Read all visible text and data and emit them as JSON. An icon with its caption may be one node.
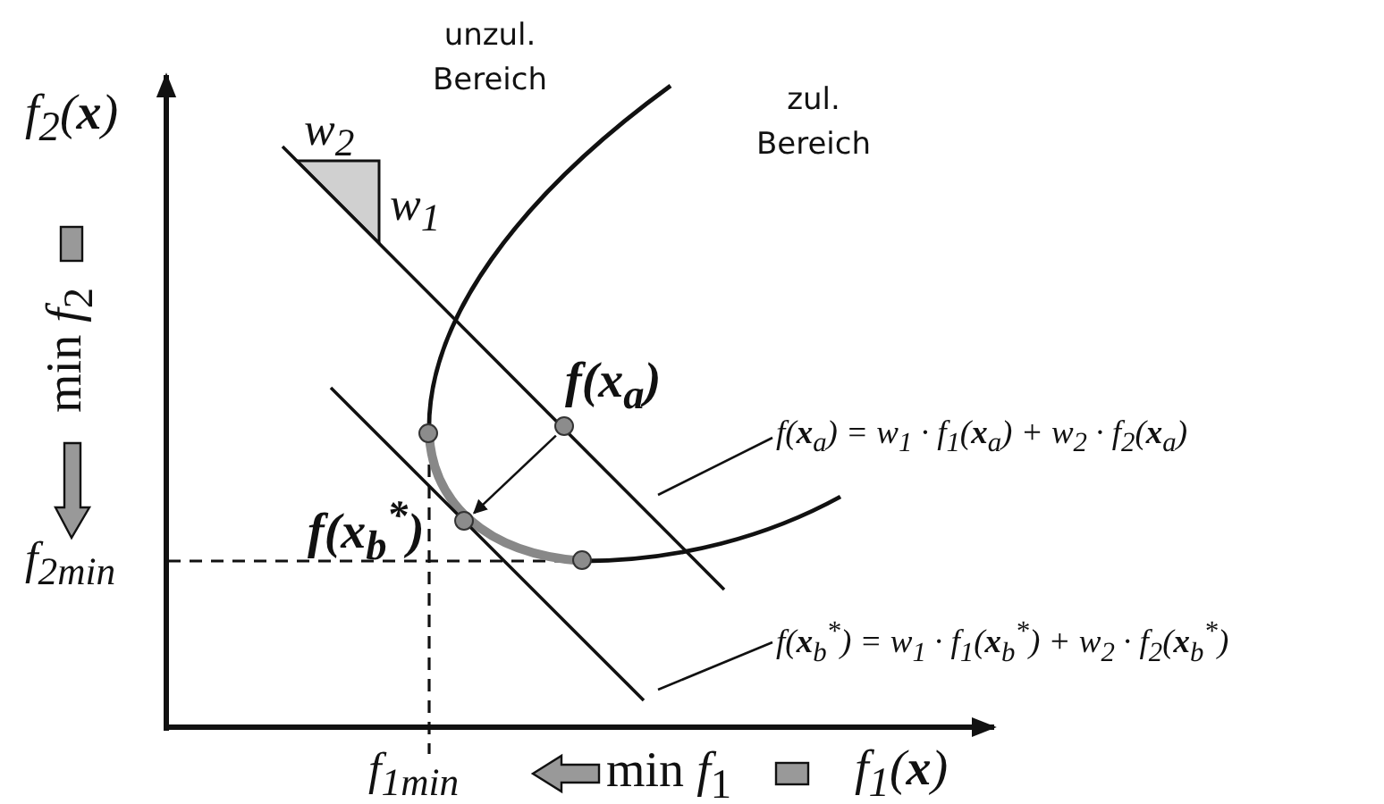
{
  "diagram": {
    "nodes": [
      {
        "text": [],
        "shape": "circle"
      },
      {
        "text": [],
        "shape": "circle",
        "beside": [
          "f(x$_{b}$$^{*}$)"
        ]
      },
      {
        "text": [],
        "shape": "circle",
        "beside": [
          "f(x$_{a}$)"
        ]
      },
      {
        "text": [],
        "shape": "circle"
      },
      {
        "text": [
          "f(**x**$_{a}$) = w$_{1}$ · f$_{1}$(**x**$_{a}$) + w$_{2}$ · f$_{2}$(**x**$_{a}$)"
        ]
      },
      {
        "text": [
          "f(**x**$_{b}$$^{*}$) = w$_{1}$ · f$_{1}$(**x**$_{b}$$^{*}$) + w$_{2}$ · f$_{2}$(**x**$_{b}$$^{*}$)"
        ]
      }
    ],
    "edges": [
      {
        "from": 2,
        "to": 1,
        "arrow": "to"
      },
      {
        "from": 4,
        "to": null,
        "arrow": "none"
      },
      {
        "from": 5,
        "to": null,
        "arrow": "none"
      }
    ],
    "labels": [
      "unzul. Bereich",
      "zul. Bereich",
      "f$_{2}$(**x**)",
      "w$_{2}$",
      "w$_{1}$",
      "min *f*$_{2}$",
      "f$_{2min}$",
      "f$_{1min}$",
      "min *f*$_{1}$",
      "f$_{1}$(**x**)"
    ]
  }
}
